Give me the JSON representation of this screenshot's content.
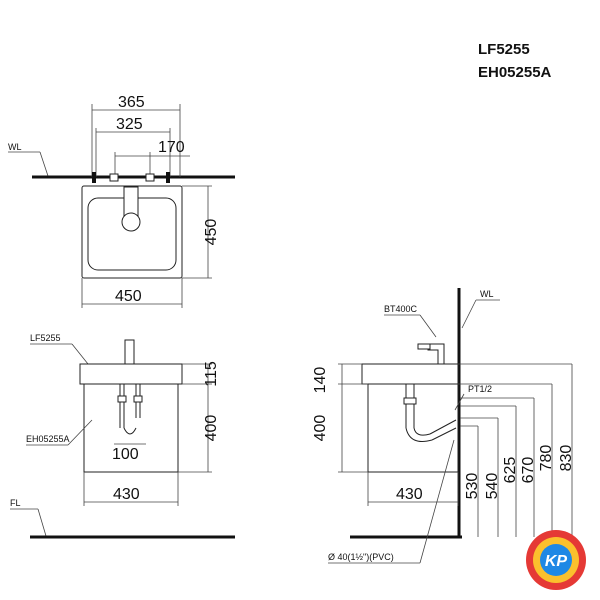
{
  "models": [
    "LF5255",
    "EH05255A"
  ],
  "labels": {
    "wl": "WL",
    "fl": "FL",
    "basin": "LF5255",
    "cabinet": "EH05255A",
    "faucet": "BT400C",
    "pipe": "PT1/2",
    "drain": "Ø 40(1½\")(PVC)"
  },
  "dims": {
    "top_365": "365",
    "top_325": "325",
    "top_170": "170",
    "top_450_h": "450",
    "top_450_w": "450",
    "front_115": "115",
    "front_400": "400",
    "front_100": "100",
    "front_430": "430",
    "side_140": "140",
    "side_400": "400",
    "side_430": "430",
    "side_530": "530",
    "side_540": "540",
    "side_625": "625",
    "side_670": "670",
    "side_780": "780",
    "side_830": "830"
  },
  "logo": {
    "text": "KP",
    "colors": [
      "#e53935",
      "#fbc02d",
      "#1e88e5"
    ]
  }
}
